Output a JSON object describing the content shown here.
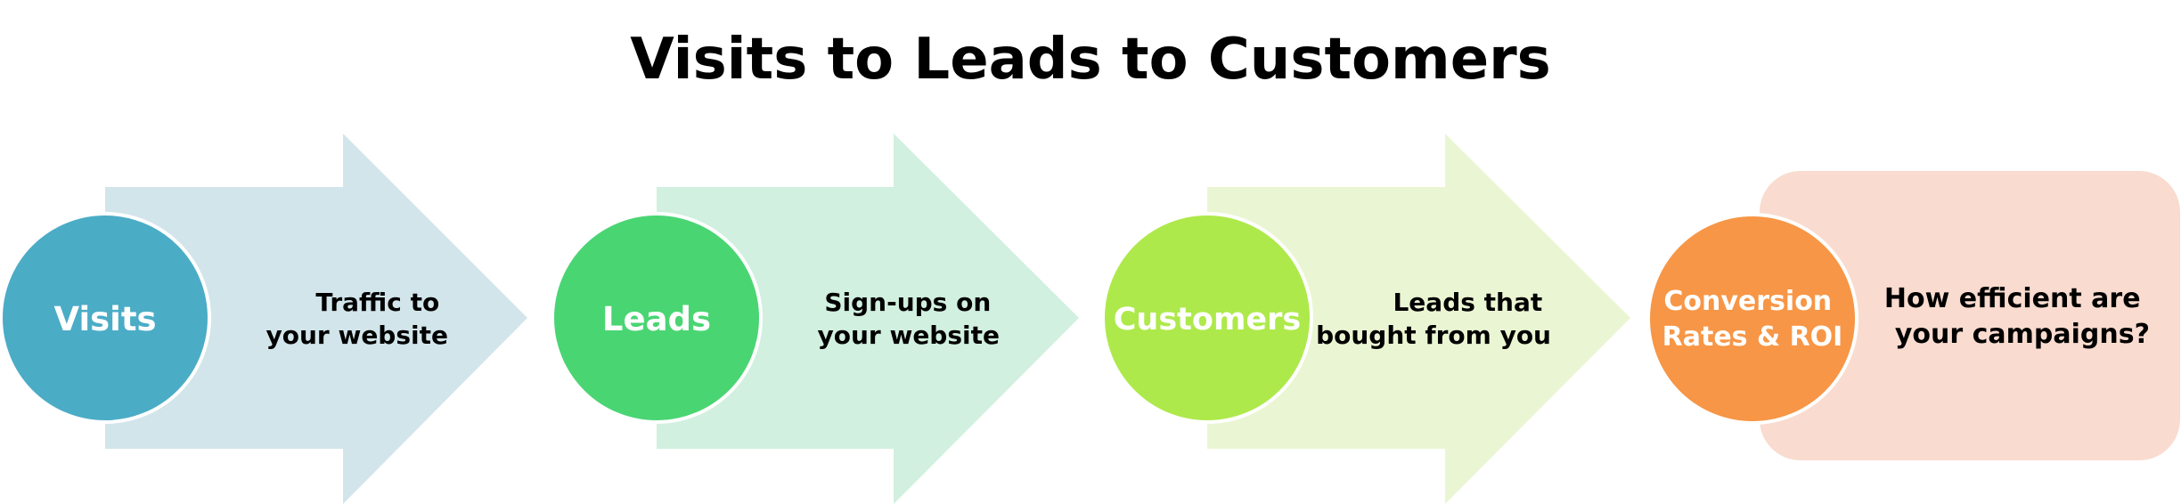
{
  "title": "Visits to Leads to Customers",
  "stages": [
    {
      "name": "Visits",
      "description_lines": [
        "Traffic to",
        "your website"
      ],
      "circle_color": "#4bacc6",
      "shape_color": "#d2e5ea",
      "shape": "arrow"
    },
    {
      "name": "Leads",
      "description_lines": [
        "Sign-ups on",
        "your website"
      ],
      "circle_color": "#4ad573",
      "shape_color": "#d1f0df",
      "shape": "arrow"
    },
    {
      "name": "Customers",
      "description_lines": [
        "Leads that",
        "bought from you"
      ],
      "circle_color": "#aee94b",
      "shape_color": "#eaf6d3",
      "shape": "arrow"
    },
    {
      "name_lines": [
        "Conversion",
        "Rates & ROI"
      ],
      "description_lines": [
        "How efficient are",
        "your campaigns?"
      ],
      "circle_color": "#f79646",
      "shape_color": "#f9dccf",
      "shape": "rounded-box"
    }
  ]
}
